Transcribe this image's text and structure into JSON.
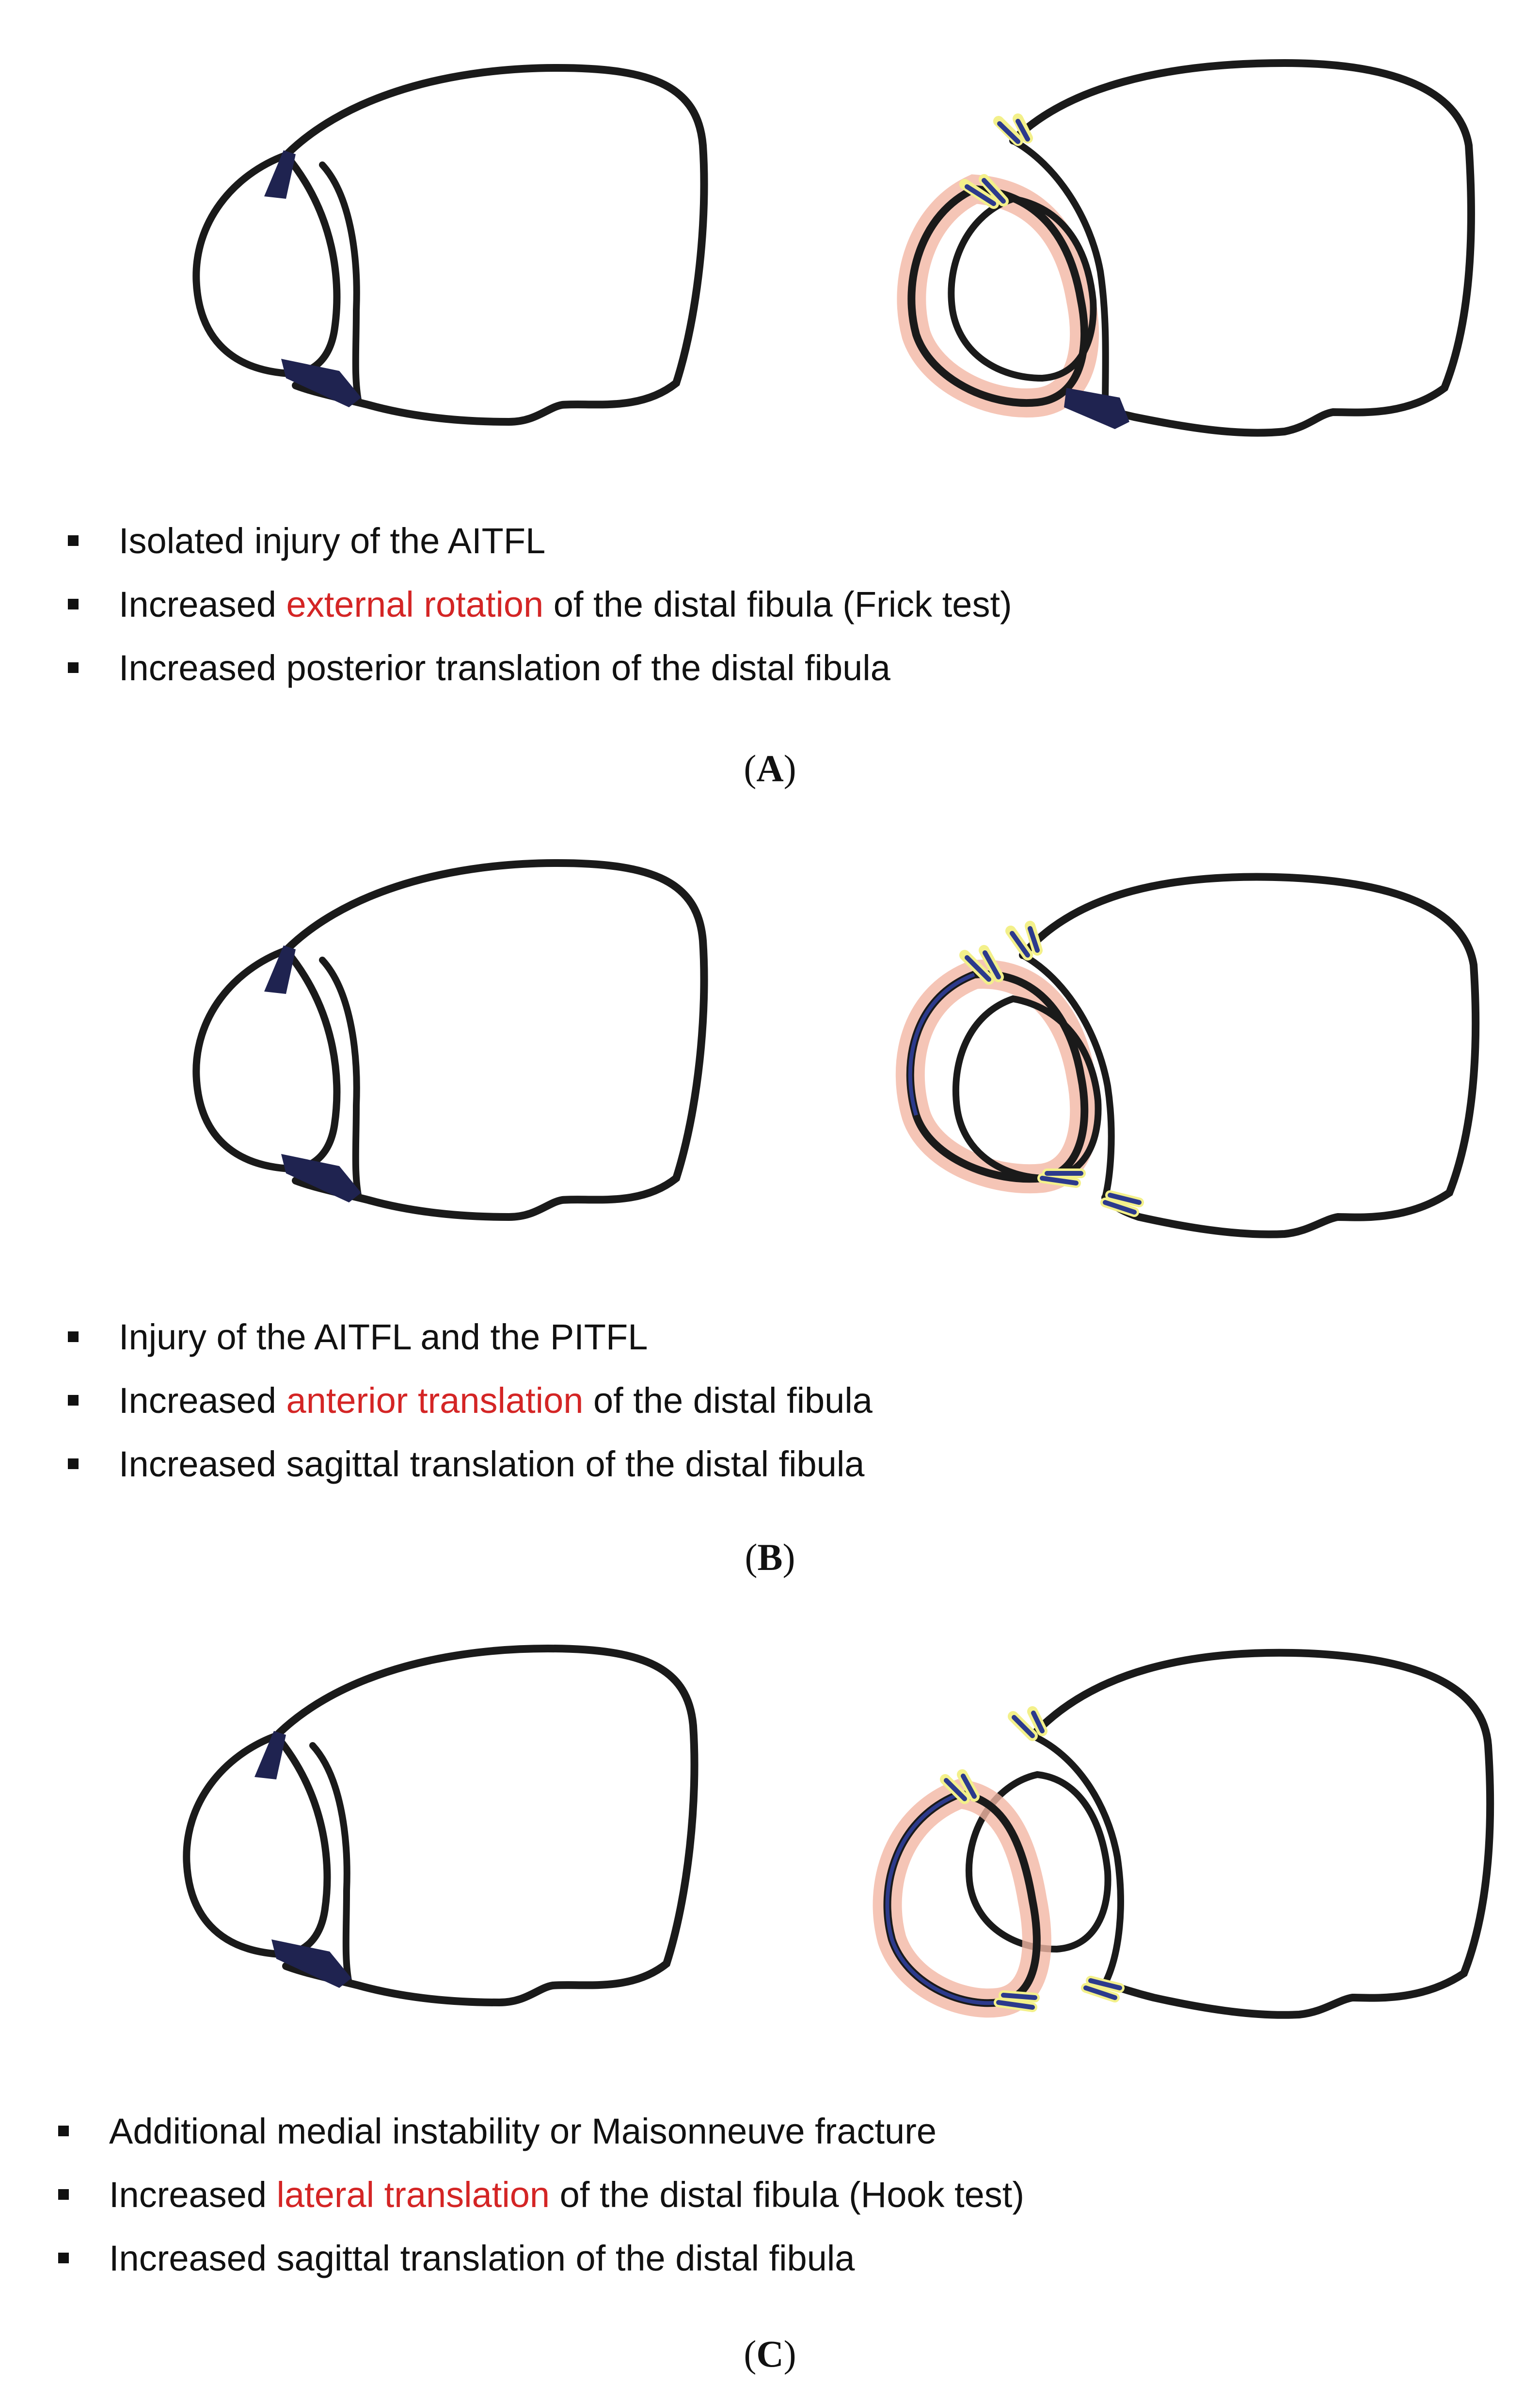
{
  "colors": {
    "outline": "#1a1a1a",
    "ligament_intact": "#1f2350",
    "ligament_torn": "#2c3a8c",
    "halo_red": "#f2b6a4",
    "halo_yellow": "#f3f08a",
    "highlight_text": "#d42525"
  },
  "panels": [
    {
      "label": "A",
      "bullets": [
        {
          "pre": "Isolated injury of the AITFL",
          "hl": "",
          "post": ""
        },
        {
          "pre": "Increased ",
          "hl": "external rotation",
          "post": " of the distal fibula (Frick test)"
        },
        {
          "pre": "Increased posterior translation of the distal fibula",
          "hl": "",
          "post": ""
        }
      ]
    },
    {
      "label": "B",
      "bullets": [
        {
          "pre": "Injury of the AITFL and the PITFL",
          "hl": "",
          "post": ""
        },
        {
          "pre": "Increased ",
          "hl": "anterior translation",
          "post": " of the distal fibula"
        },
        {
          "pre": "Increased sagittal translation of the distal fibula",
          "hl": "",
          "post": ""
        }
      ]
    },
    {
      "label": "C",
      "bullets": [
        {
          "pre": "Additional medial instability or Maisonneuve fracture",
          "hl": "",
          "post": ""
        },
        {
          "pre": "Increased ",
          "hl": "lateral translation",
          "post": " of the distal fibula (Hook test)"
        },
        {
          "pre": "Increased sagittal translation of the distal fibula",
          "hl": "",
          "post": ""
        }
      ]
    }
  ]
}
